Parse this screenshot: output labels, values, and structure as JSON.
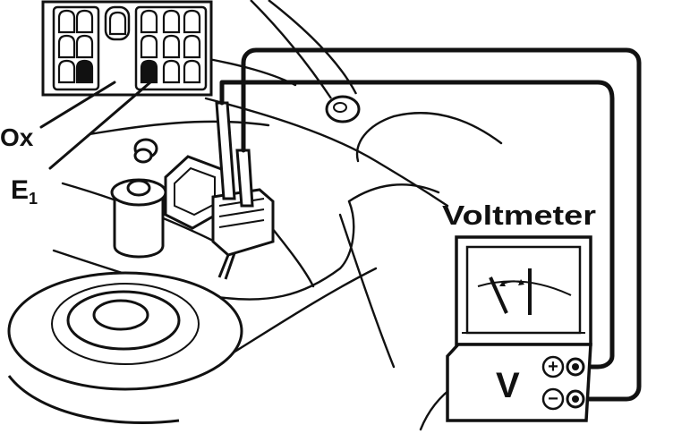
{
  "labels": {
    "ox": "Ox",
    "e1_main": "E",
    "e1_sub": "1",
    "voltmeter": "Voltmeter",
    "meter_unit": "V",
    "plus": "+",
    "minus": "−"
  },
  "colors": {
    "ink": "#111111",
    "paper": "#ffffff"
  }
}
